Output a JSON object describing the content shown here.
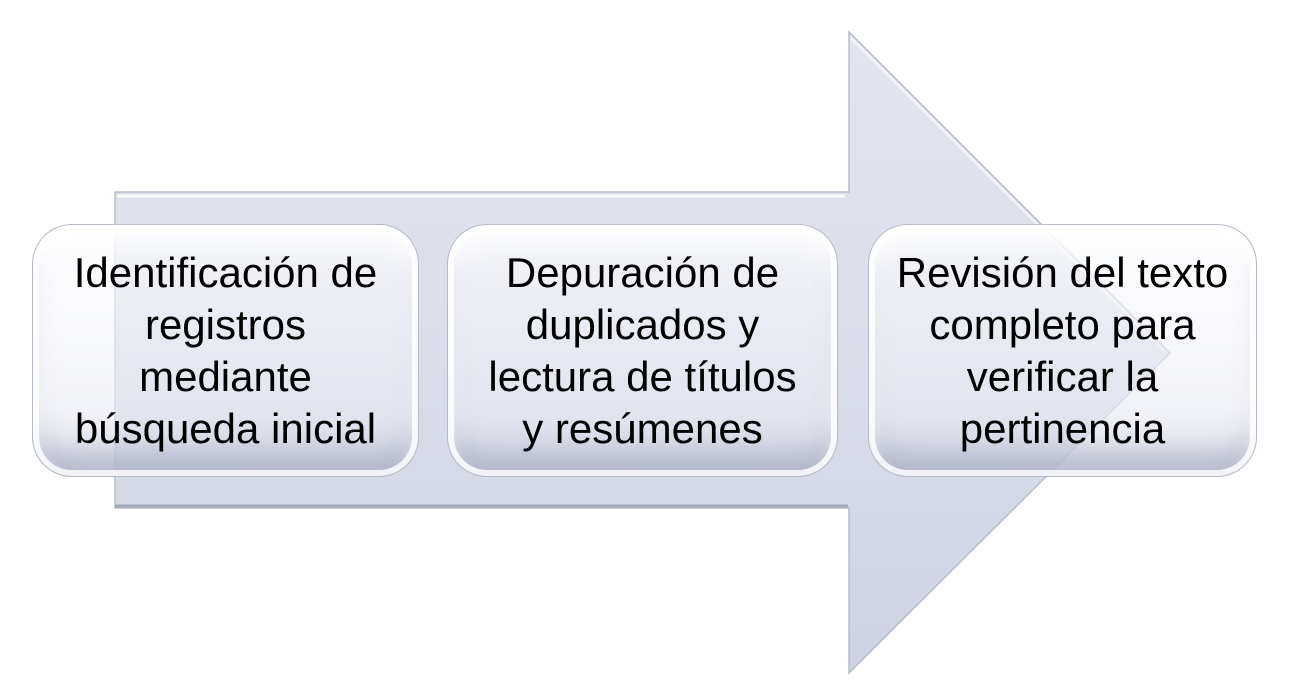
{
  "canvas": {
    "background": "#ffffff"
  },
  "diagram": {
    "type": "right-arrow-process",
    "arrow": {
      "gradient_top": "#e3e5ee",
      "gradient_mid": "#d9dce8",
      "gradient_bottom": "#cfd3e1",
      "outline": "#b9bdcb",
      "bottom_edge": "#a3a7b6",
      "highlight": "#ffffff"
    },
    "steps": [
      {
        "id": 1,
        "lines": [
          "Identificación de",
          "registros",
          "mediante",
          "búsqueda inicial"
        ]
      },
      {
        "id": 2,
        "lines": [
          "Depuración de",
          "duplicados y",
          "lectura de títulos",
          "y resúmenes"
        ]
      },
      {
        "id": 3,
        "lines": [
          "Revisión del texto",
          "completo para",
          "verificar la",
          "pertinencia"
        ]
      }
    ]
  }
}
